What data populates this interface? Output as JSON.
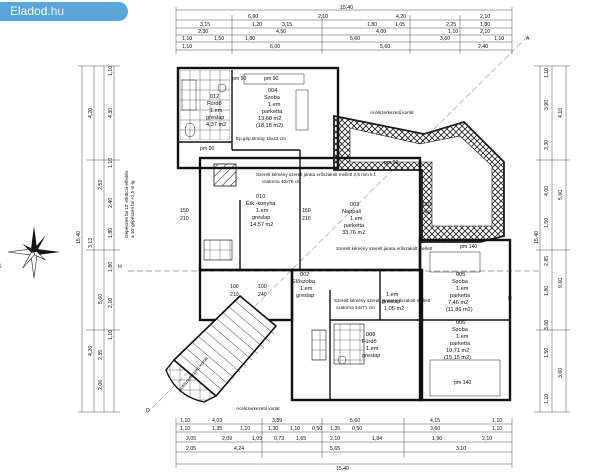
{
  "logo": {
    "main": "Eladod",
    "suffix": ".hu",
    "color": "#5aa6d8"
  },
  "top_dims": {
    "row1": [
      "15,40"
    ],
    "row2": [
      "6,90",
      "2,10",
      "4,20",
      "2,10"
    ],
    "row3": [
      "3,15",
      "1,20",
      "3,15",
      "1,80",
      "1,05",
      "2,25",
      "1,80"
    ],
    "row4": [
      "2,30",
      "4,50",
      "4,00",
      "1,10",
      "2,10"
    ],
    "row5": [
      "1,10",
      "1,50",
      "1,80",
      "5,60",
      "3,60",
      "1,10"
    ],
    "row6": [
      "1,10",
      "6,00",
      "5,60",
      "2,40"
    ]
  },
  "bottom_dims": {
    "row1": [
      "1,10",
      "4,03",
      "3,89",
      "5,60",
      "4,15",
      "1,10"
    ],
    "row2": [
      "1,10",
      "1,35",
      "1,10",
      "1,30",
      "1,10",
      "0,50",
      "1,35",
      "0,50",
      "3,60",
      "1,10"
    ],
    "row3": [
      "2,05",
      "2,09",
      "1,09",
      "0,73",
      "1,65",
      "2,10",
      "1,84",
      "1,90",
      "2,10"
    ],
    "row4": [
      "2,05",
      "4,24",
      "5,65",
      "3,10"
    ],
    "row5": [
      "15,40"
    ]
  },
  "left_dims": [
    "1,10",
    "4,30",
    "4,20",
    "1,10",
    "2,52",
    "2,40",
    "1,80",
    "3,13",
    "1,80",
    "2,10",
    "1,10",
    "4,26",
    "15,40",
    "5,60",
    "2,35",
    "2,06"
  ],
  "right_dims": [
    "1,10",
    "3,90",
    "4,10",
    "3,30",
    "4,00",
    "1,50",
    "2,85",
    "1,80",
    "3,00",
    "1,50",
    "3,60",
    "1,10",
    "15,40",
    "5,60",
    "9,60"
  ],
  "rooms": [
    {
      "id": "004",
      "name": "Szoba",
      "floor": "1.em",
      "material": "parketta",
      "area": "13,68 m2",
      "area2": "(18,18 m2)"
    },
    {
      "id": "012",
      "name": "Fürdő",
      "floor": "1.em",
      "material": "greslap",
      "area": "4,37 m2",
      "area2": ""
    },
    {
      "id": "010",
      "name": "Étk.-konyha",
      "floor": "1.em",
      "material": "greslap",
      "area": "14,57 m2",
      "area2": ""
    },
    {
      "id": "003",
      "name": "Nappali",
      "floor": "1.em",
      "material": "parketta",
      "area": "33,76 m2",
      "area2": ""
    },
    {
      "id": "005",
      "name": "Szoba",
      "floor": "1.em",
      "material": "parketta",
      "area": "7,46 m2",
      "area2": "(11,86 m2)"
    },
    {
      "id": "006",
      "name": "Szoba",
      "floor": "1.em",
      "material": "parketta",
      "area": "10,71 m2",
      "area2": "(15,15 m2)"
    },
    {
      "id": "002",
      "name": "Előszoba",
      "floor": "1.em",
      "material": "greslap",
      "area": "",
      "area2": ""
    },
    {
      "id": "008",
      "name": "Fürdő",
      "floor": "1.em",
      "material": "greslap",
      "area": "",
      "area2": ""
    },
    {
      "id": "",
      "name": "",
      "floor": "1.em",
      "material": "greslap",
      "area": "1,05 m2",
      "area2": ""
    }
  ],
  "notes": {
    "stair": "Ep.gép.strang 15x43 cm",
    "chimney1": "Szerelt kémény szerelt járata erőszakolt mellett 2,5 mm k.f.",
    "chimney1_b": "csatorna 40x79 cm",
    "chimney2": "Szerelt kémény szerelt járata erőszakolt mellett",
    "chimney3": "Szerelt kémény szerelt járata erőszakolt mellett",
    "chimney3_b": "csatorna 34x71 cm",
    "roof_top": "Acélszerkezetű korlát",
    "roof_bottom": "Acélszerkezetű korlát",
    "side_left": "Acélszerkezetű korlát",
    "left_vertical": "Gépészeti fal 10' erkölcsi-elfedés",
    "left_vertical2": "a 10' gépészeti fal +2,5 m-ig",
    "pm_labels": [
      "pm 90",
      "pm 90",
      "pm 90",
      "pm 90",
      "pm 140",
      "pm 140"
    ],
    "door_labels": [
      "150",
      "210",
      "150",
      "210",
      "150",
      "240",
      "100",
      "240",
      "100",
      "210"
    ]
  },
  "compass": {
    "label": "É"
  },
  "section_marks": {
    "h": "H",
    "h2": "H",
    "a": "A",
    "d": "D"
  }
}
